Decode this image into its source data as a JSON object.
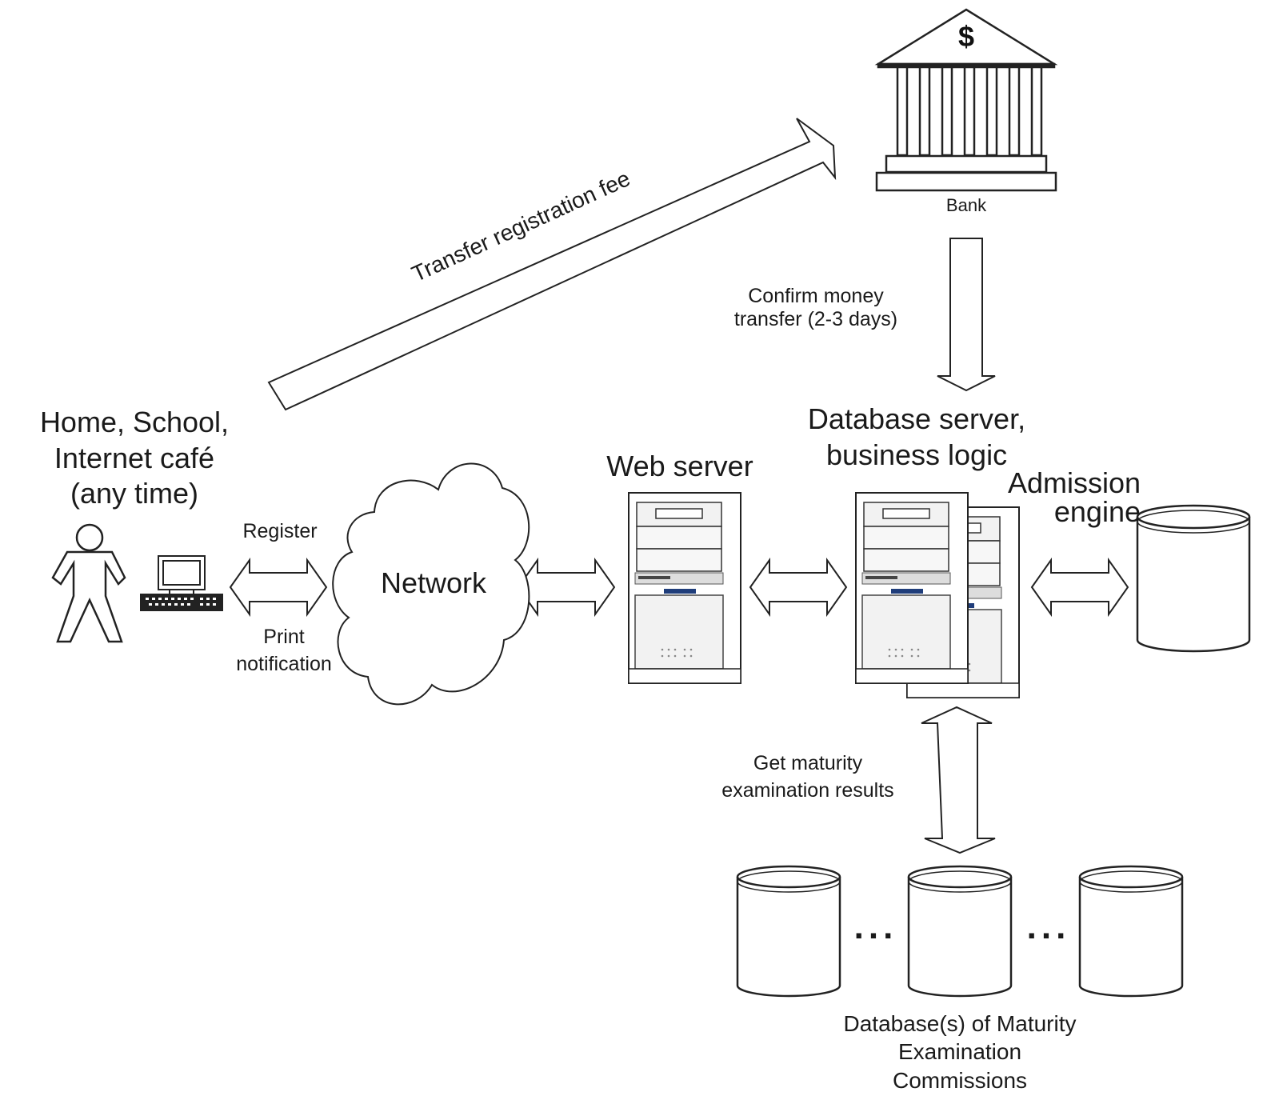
{
  "bank": {
    "label": "Bank",
    "symbol": "$"
  },
  "client": {
    "title_lines": [
      "Home, School,",
      "Internet café",
      "(any time)"
    ]
  },
  "arrows": {
    "transfer_fee": "Transfer registration fee",
    "confirm_lines": [
      "Confirm money",
      "transfer (2-3 days)"
    ],
    "register": "Register",
    "print_lines": [
      "Print",
      "notification"
    ],
    "maturity_lines": [
      "Get maturity",
      "examination results"
    ]
  },
  "network": {
    "label": "Network"
  },
  "web_server": {
    "label": "Web server"
  },
  "db_server": {
    "title_lines": [
      "Database server,",
      "business logic"
    ]
  },
  "admission": {
    "label_lines": [
      "Admission",
      "engine"
    ]
  },
  "maturity_dbs": {
    "ellipsis": "...",
    "caption_lines": [
      "Database(s) of Maturity",
      "Examination",
      "Commissions"
    ]
  }
}
